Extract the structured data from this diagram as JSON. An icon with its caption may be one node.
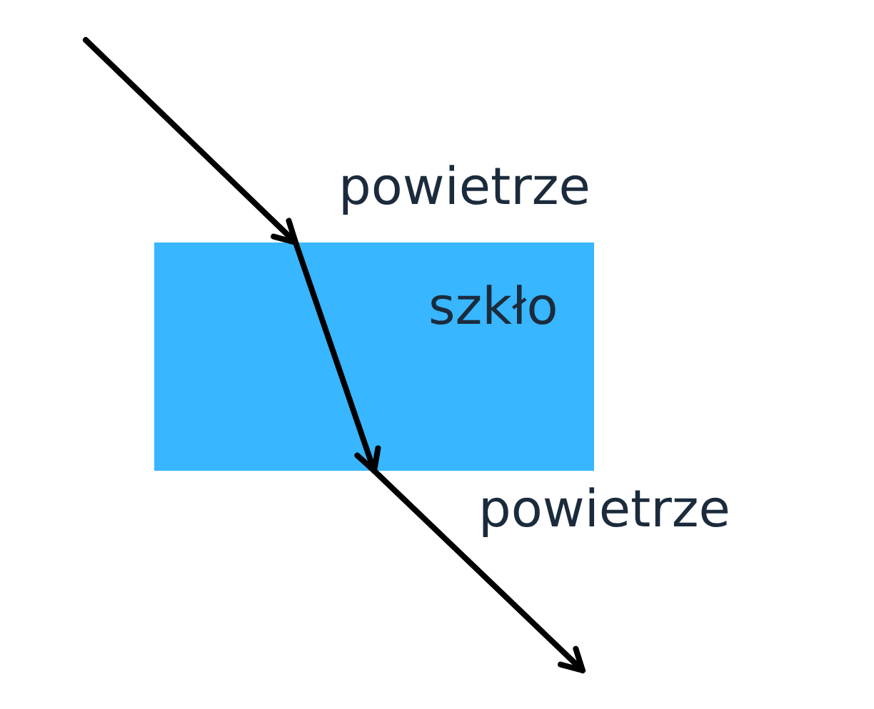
{
  "diagram": {
    "nodes": [
      {
        "text": [
          "szkło"
        ]
      }
    ],
    "labels": [
      "powietrze",
      "powietrze"
    ]
  }
}
